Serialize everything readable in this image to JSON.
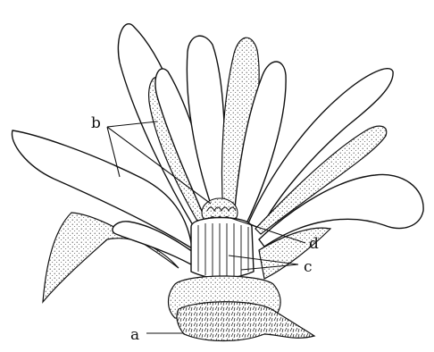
{
  "labels": {
    "a": "a",
    "b": "b",
    "c": "c",
    "d": "d"
  },
  "colors": {
    "ink": "#111111",
    "paper": "#ffffff"
  }
}
